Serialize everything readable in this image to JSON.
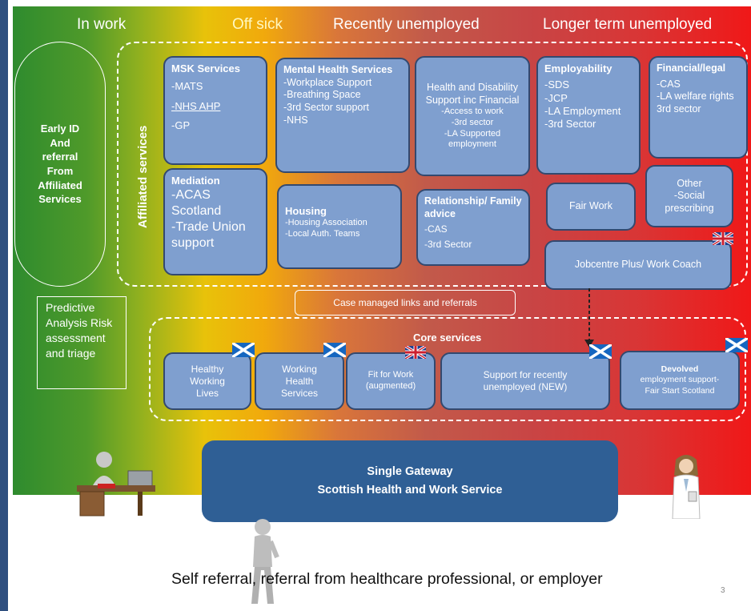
{
  "headers": {
    "in_work": "In work",
    "off_sick": "Off sick",
    "recently_unemployed": "Recently unemployed",
    "longer_term": "Longer term unemployed"
  },
  "early_id": [
    "Early ID",
    "And",
    "referral",
    "From",
    "Affiliated",
    "Services"
  ],
  "affiliated_label": "Affiliated services",
  "msk": {
    "title": "MSK Services",
    "items": [
      "-MATS",
      "-NHS AHP",
      "-GP"
    ]
  },
  "mediation": {
    "title": "Mediation",
    "items": [
      "-ACAS",
      "Scotland",
      "-Trade Union",
      "support"
    ]
  },
  "mental_health": {
    "title": "Mental Health Services",
    "items": [
      "-Workplace Support",
      "-Breathing Space",
      "-3rd Sector support",
      "-NHS"
    ]
  },
  "housing": {
    "title": "Housing",
    "items": [
      "-Housing Association",
      "-Local Auth. Teams"
    ]
  },
  "health_disability": {
    "title": "Health and Disability Support inc Financial",
    "items": [
      "-Access to work",
      "-3rd sector",
      "-LA Supported employment"
    ]
  },
  "relationship": {
    "title": "Relationship/ Family advice",
    "items": [
      "-CAS",
      "-3rd Sector"
    ]
  },
  "employability": {
    "title": "Employability",
    "items": [
      "-SDS",
      "-JCP",
      "-LA Employment",
      "-3rd Sector"
    ]
  },
  "financial": {
    "title": "Financial/legal",
    "items": [
      "-CAS",
      "-LA welfare rights",
      "3rd sector"
    ]
  },
  "fair_work": "Fair Work",
  "other": {
    "title": "Other",
    "items": [
      "-Social prescribing"
    ]
  },
  "jobcentre": "Jobcentre Plus/ Work Coach",
  "case_managed": "Case managed links and referrals",
  "predictive": [
    "Predictive",
    "Analysis Risk",
    "assessment",
    "and triage"
  ],
  "core_title": "Core services",
  "core": {
    "healthy": [
      "Healthy",
      "Working",
      "Lives"
    ],
    "whs": [
      "Working",
      "Health",
      "Services"
    ],
    "fit": [
      "Fit for Work",
      "(augmented)"
    ],
    "support": [
      "Support for recently",
      "unemployed (NEW)"
    ],
    "devolved_title": "Devolved",
    "devolved": [
      "employment support-",
      "Fair Start Scotland"
    ]
  },
  "gateway": [
    "Single Gateway",
    "Scottish Health and Work Service"
  ],
  "footer": "Self referral, referral from healthcare professional, or employer",
  "page_number": "3",
  "colors": {
    "box_fill": "#7f9fcf",
    "box_border": "#33496f",
    "gateway_fill": "#2f5f95",
    "side_bar": "#2f4f7f"
  }
}
